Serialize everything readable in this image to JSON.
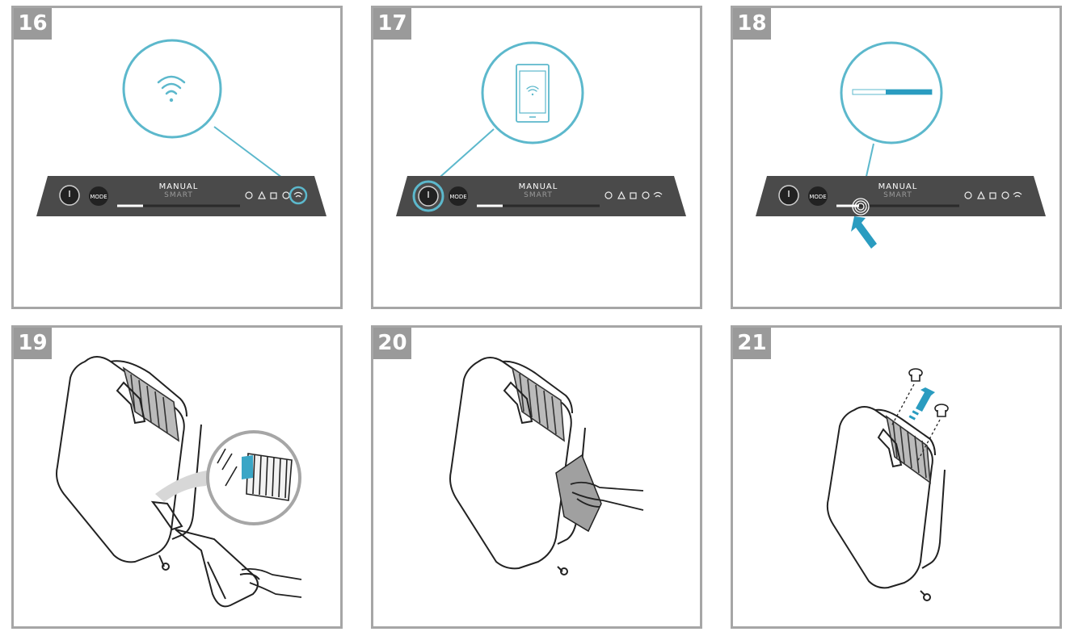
{
  "steps": [
    {
      "number": "16"
    },
    {
      "number": "17"
    },
    {
      "number": "18"
    },
    {
      "number": "19"
    },
    {
      "number": "20"
    },
    {
      "number": "21"
    }
  ],
  "control_panel": {
    "mode_label": "MODE",
    "manual_label": "MANUAL",
    "smart_label": "SMART",
    "icons": [
      "power-icon",
      "mode-button",
      "globe-icon",
      "warning-icon",
      "filter-lock-icon",
      "filter-refresh-icon",
      "wifi-icon"
    ]
  },
  "colors": {
    "panel_border": "#a6a6a6",
    "badge": "#9a9a9a",
    "device_panel": "#4a4a4a",
    "highlight": "#5cb8cc",
    "arrow": "#2a9cc0",
    "line_art": "#222222"
  }
}
